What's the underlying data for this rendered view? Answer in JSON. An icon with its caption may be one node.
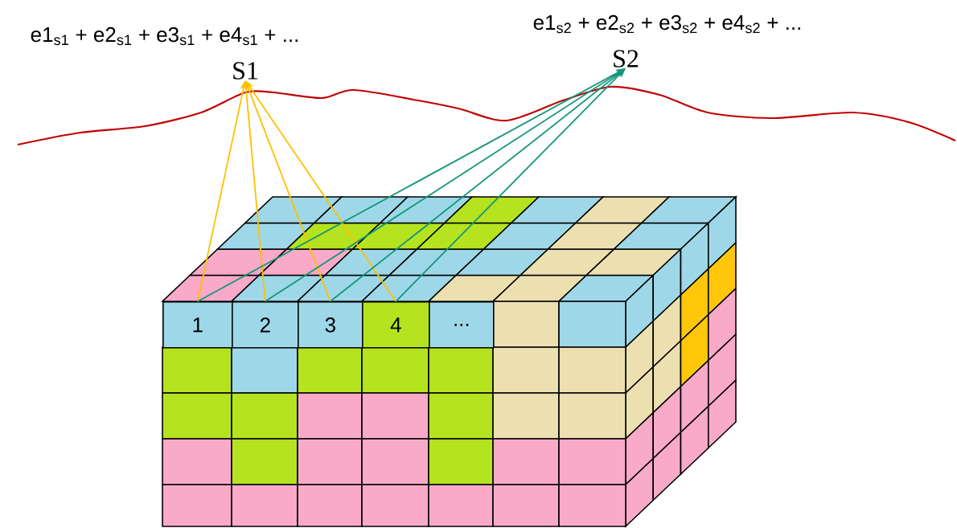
{
  "diagram": {
    "nodes": [
      {
        "text": [
          "e1$_{s1}$ + e2$_{s1}$ + e3$_{s1}$ + e4$_{s1}$ + ...",
          "S1"
        ]
      },
      {
        "text": [
          "e1$_{s2}$ + e2$_{s2}$ + e3$_{s2}$ + e4$_{s2}$ + ...",
          "S2"
        ]
      },
      {
        "text": [
          "1"
        ]
      },
      {
        "text": [
          "2"
        ]
      },
      {
        "text": [
          "3"
        ]
      },
      {
        "text": [
          "4"
        ]
      },
      {
        "text": [
          "..."
        ]
      }
    ],
    "edges": [
      {
        "from": 2,
        "to": 0,
        "arrow": "to",
        "color": "#ffc000"
      },
      {
        "from": 3,
        "to": 0,
        "arrow": "to",
        "color": "#ffc000"
      },
      {
        "from": 4,
        "to": 0,
        "arrow": "to",
        "color": "#ffc000"
      },
      {
        "from": 5,
        "to": 0,
        "arrow": "to",
        "color": "#ffc000"
      },
      {
        "from": 2,
        "to": 1,
        "arrow": "to",
        "color": "#13967a"
      },
      {
        "from": 3,
        "to": 1,
        "arrow": "to",
        "color": "#13967a"
      },
      {
        "from": 4,
        "to": 1,
        "arrow": "to",
        "color": "#13967a"
      },
      {
        "from": 5,
        "to": 1,
        "arrow": "to",
        "color": "#13967a"
      }
    ]
  }
}
